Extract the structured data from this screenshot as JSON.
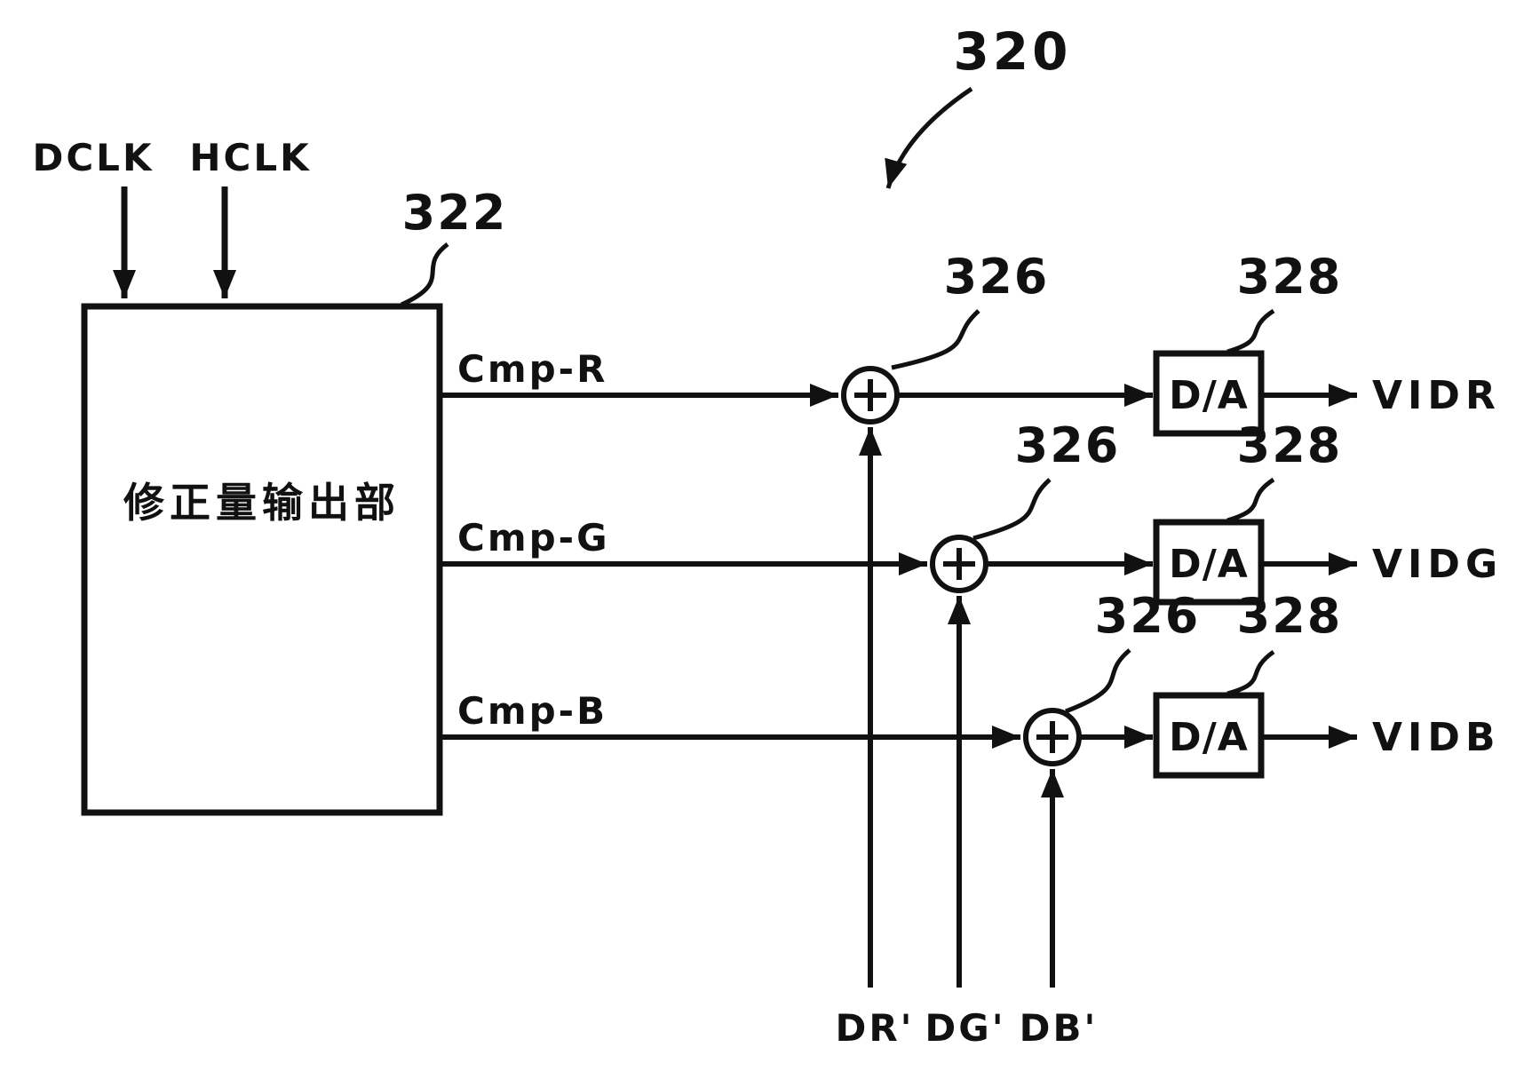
{
  "diagram": {
    "figure_ref": "320",
    "clocks": {
      "dclk": "DCLK",
      "hclk": "HCLK"
    },
    "correction_box": {
      "label": "修正量输出部",
      "ref": "322"
    },
    "channels": [
      {
        "cmp": "Cmp-R",
        "adder_ref": "326",
        "dac_ref": "328",
        "dac": "D/A",
        "out": "VIDR",
        "in": "DR'"
      },
      {
        "cmp": "Cmp-G",
        "adder_ref": "326",
        "dac_ref": "328",
        "dac": "D/A",
        "out": "VIDG",
        "in": "DG'"
      },
      {
        "cmp": "Cmp-B",
        "adder_ref": "326",
        "dac_ref": "328",
        "dac": "D/A",
        "out": "VIDB",
        "in": "DB'"
      }
    ]
  }
}
